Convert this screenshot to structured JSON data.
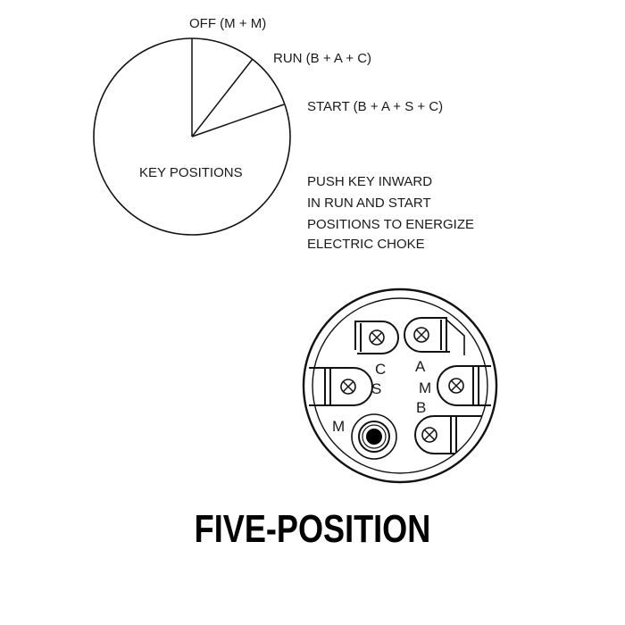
{
  "key_diagram": {
    "positions": {
      "off": "OFF (M + M)",
      "run": "RUN (B + A + C)",
      "start": "START (B + A + S + C)"
    },
    "center_label": "KEY POSITIONS",
    "note_lines": [
      "PUSH KEY INWARD",
      "IN RUN AND START",
      "POSITIONS TO ENERGIZE",
      "ELECTRIC CHOKE"
    ]
  },
  "connector": {
    "terminal_labels": {
      "c": "C",
      "s": "S",
      "a": "A",
      "m_right": "M",
      "b": "B",
      "m_left": "M"
    }
  },
  "caption": "FIVE-POSITION"
}
